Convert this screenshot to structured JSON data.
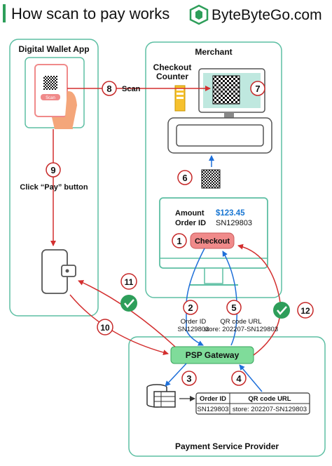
{
  "header": {
    "title": "How scan to pay works",
    "logo_text": "ByteByteGo.com"
  },
  "panels": {
    "wallet_app": "Digital Wallet App",
    "merchant": "Merchant",
    "psp": "Payment Service Provider"
  },
  "labels": {
    "checkout_counter_line1": "Checkout",
    "checkout_counter_line2": "Counter",
    "scan": "Scan",
    "click_pay": "Click “Pay” button",
    "phone_button": "Scan",
    "checkout_button": "Checkout",
    "psp_gateway": "PSP Gateway",
    "order_id_label": "Order ID",
    "order_id_value": "SN129803",
    "qr_url_label": "QR code URL",
    "qr_url_value": "store: 202207-SN129803"
  },
  "screen": {
    "amount_label": "Amount",
    "amount_value": "$123.45",
    "order_label": "Order ID",
    "order_value": "SN129803"
  },
  "table": {
    "headers": [
      "Order ID",
      "QR code URL"
    ],
    "row": [
      "SN129803",
      "store: 202207-SN129803"
    ]
  },
  "steps": [
    "1",
    "2",
    "3",
    "4",
    "5",
    "6",
    "7",
    "8",
    "9",
    "10",
    "11",
    "12"
  ],
  "colors": {
    "panel_border": "#5dbfa3",
    "accent_green": "#2e9e5a",
    "arrow_red": "#d32f2f",
    "arrow_blue": "#1e6fd9",
    "checkout_fill": "#f08a8a",
    "gateway_fill": "#7fdc9a",
    "amount_blue": "#1976d2"
  }
}
